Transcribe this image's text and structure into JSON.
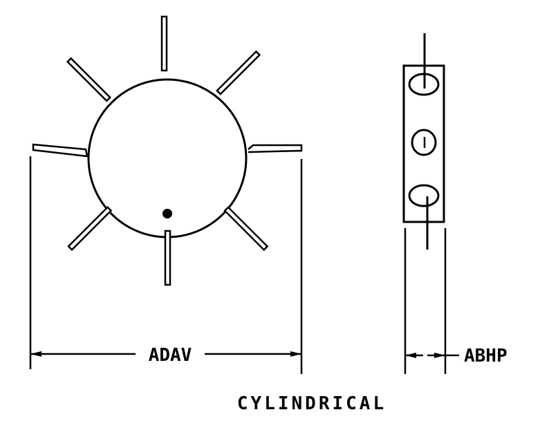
{
  "labels": {
    "width_dimension": "ADAV",
    "thickness_dimension": "ABHP",
    "shape": "CYLINDRICAL",
    "marker": "1"
  },
  "colors": {
    "line": "#000000",
    "background": "#ffffff"
  },
  "front_view": {
    "body_shape": "circle",
    "lead_count": 8,
    "polarity_dot": true
  },
  "side_view": {
    "body_shape": "rectangle",
    "pad_count": 3
  }
}
